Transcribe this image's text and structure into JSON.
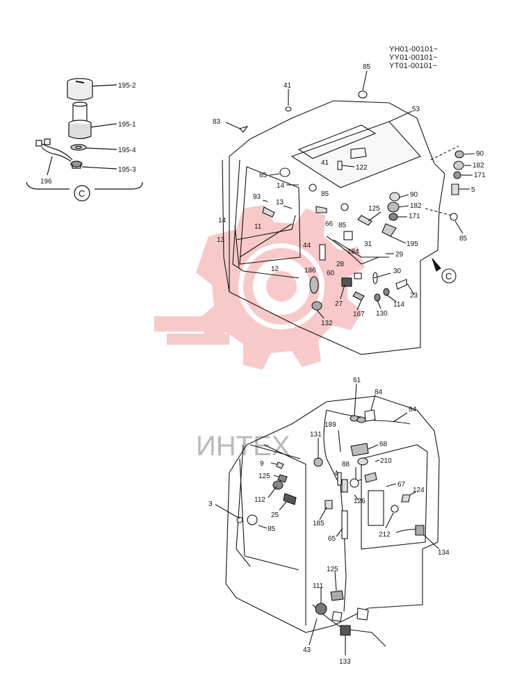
{
  "serials": [
    "YH01-00101~",
    "YY01-00101~",
    "YT01-00101~"
  ],
  "detail_view": {
    "letter": "C",
    "labels": {
      "p195_2": "195-2",
      "p195_1": "195-1",
      "p195_4": "195-4",
      "p195_3": "195-3",
      "p196": "196"
    }
  },
  "watermark": {
    "text": "ИНТЕХ",
    "color": "#e9413f"
  },
  "top_assembly": {
    "view_arrow": "C",
    "labels": [
      "85",
      "41",
      "83",
      "53",
      "90",
      "182",
      "171",
      "5",
      "41",
      "122",
      "85",
      "14",
      "93",
      "13",
      "14",
      "11",
      "13",
      "12",
      "85",
      "66",
      "85",
      "90",
      "182",
      "125",
      "171",
      "31",
      "44",
      "184",
      "195",
      "85",
      "186",
      "60",
      "28",
      "29",
      "30",
      "27",
      "167",
      "130",
      "114",
      "23",
      "132"
    ]
  },
  "bottom_assembly": {
    "labels": [
      "61",
      "84",
      "64",
      "189",
      "131",
      "68",
      "9",
      "125",
      "4",
      "88",
      "210",
      "112",
      "67",
      "124",
      "126",
      "3",
      "25",
      "185",
      "212",
      "85",
      "65",
      "134",
      "125",
      "111",
      "43",
      "133"
    ]
  }
}
